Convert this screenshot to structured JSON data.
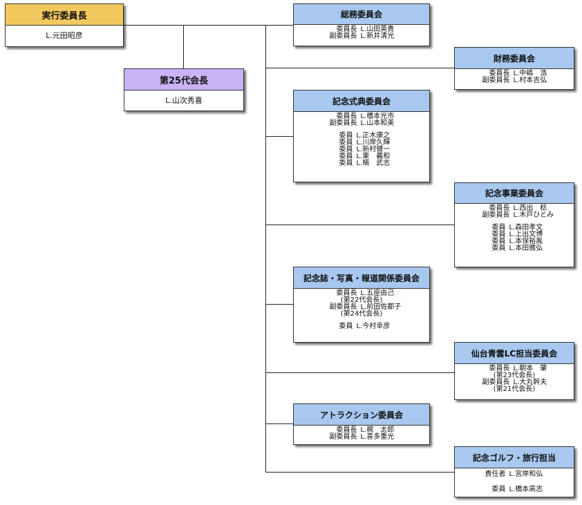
{
  "executive": {
    "title": "実行委員長",
    "name": "L.元田昭彦"
  },
  "president": {
    "title": "第25代会長",
    "name": "L.山次秀喜"
  },
  "soumu": {
    "title": "総務委員会",
    "members": [
      {
        "role": "委員長",
        "name": "L.山田英貴"
      },
      {
        "role": "副委員長",
        "name": "L.新井清光"
      }
    ]
  },
  "zaimu": {
    "title": "財務委員会",
    "members": [
      {
        "role": "委員長",
        "name": "L.中嶋　浩"
      },
      {
        "role": "副委員長",
        "name": "L.村本吉弘"
      }
    ]
  },
  "shikiten": {
    "title": "記念式典委員会",
    "leaders": [
      {
        "role": "委員長",
        "name": "L.橋本光市"
      },
      {
        "role": "副委員長",
        "name": "L.山本和美"
      }
    ],
    "members": [
      {
        "role": "委員",
        "name": "L.正木康之"
      },
      {
        "role": "委員",
        "name": "L.川岸久輝"
      },
      {
        "role": "委員",
        "name": "L.新村健一"
      },
      {
        "role": "委員",
        "name": "L.東　義和"
      },
      {
        "role": "委員",
        "name": "L.楠　武志"
      }
    ]
  },
  "jigyou": {
    "title": "記念事業委員会",
    "leaders": [
      {
        "role": "委員長",
        "name": "L.西出　稔"
      },
      {
        "role": "副委員長",
        "name": "L.木戸ひとみ"
      }
    ],
    "members": [
      {
        "role": "委員",
        "name": "L.森田孝文"
      },
      {
        "role": "委員",
        "name": "L.上出文博"
      },
      {
        "role": "委員",
        "name": "L.本保裕胤"
      },
      {
        "role": "委員",
        "name": "L.本田雅弘"
      }
    ]
  },
  "kinenshi": {
    "title": "記念誌・写真・報道関係委員会",
    "chair": {
      "role": "委員長",
      "name": "L.五座由己",
      "note": "(第22代会長)"
    },
    "vice": {
      "role": "副委員長",
      "name": "L.前田佐都子",
      "note": "(第24代会長)"
    },
    "member": {
      "role": "委員",
      "name": "L.今村幸彦"
    }
  },
  "sendai": {
    "title": "仙台青雲LC担当委員会",
    "chair": {
      "role": "委員長",
      "name": "L.朝本　肇",
      "note": "(第23代会長)"
    },
    "vice": {
      "role": "副委員長",
      "name": "L.大丸幹夫",
      "note": "(第21代会長)"
    }
  },
  "attraction": {
    "title": "アトラクション委員会",
    "members": [
      {
        "role": "委員長",
        "name": "L.梶　太郎"
      },
      {
        "role": "副委員長",
        "name": "L.喜多重光"
      }
    ]
  },
  "golf": {
    "title": "記念ゴルフ・旅行担当",
    "lead": {
      "role": "責任者",
      "name": "L.宮岸和弘"
    },
    "member": {
      "role": "委員",
      "name": "L.橋本高志"
    }
  }
}
